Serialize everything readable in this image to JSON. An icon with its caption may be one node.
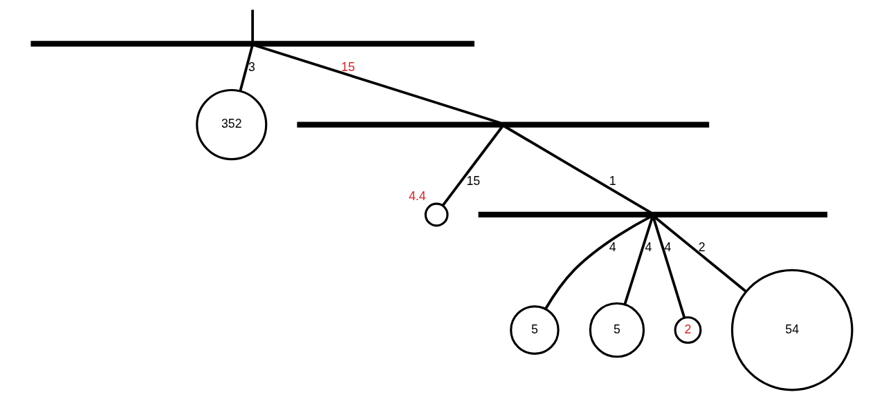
{
  "diagram": {
    "nodes": [
      {
        "text": [],
        "shape": "bar"
      },
      {
        "text": [
          "352"
        ]
      },
      {
        "text": [],
        "shape": "bar"
      },
      {
        "text": [],
        "shape": "circle",
        "beside": [
          "4.4"
        ]
      },
      {
        "text": [],
        "shape": "bar"
      },
      {
        "text": [
          "5"
        ]
      },
      {
        "text": [
          "5"
        ]
      },
      {
        "text": [
          "2"
        ]
      },
      {
        "text": [
          "54"
        ]
      }
    ],
    "edges": [
      {
        "from": null,
        "to": 0,
        "arrow": "none"
      },
      {
        "from": 0,
        "to": 1,
        "arrow": "none",
        "label": "3"
      },
      {
        "from": 0,
        "to": 2,
        "arrow": "none",
        "label": "15"
      },
      {
        "from": 2,
        "to": 3,
        "arrow": "none",
        "label": "15"
      },
      {
        "from": 2,
        "to": 4,
        "arrow": "none",
        "label": "1"
      },
      {
        "from": 4,
        "to": 5,
        "arrow": "none",
        "label": "4"
      },
      {
        "from": 4,
        "to": 6,
        "arrow": "none",
        "label": "4"
      },
      {
        "from": 4,
        "to": 7,
        "arrow": "none",
        "label": "4"
      },
      {
        "from": 4,
        "to": 8,
        "arrow": "none",
        "label": "2"
      }
    ]
  }
}
